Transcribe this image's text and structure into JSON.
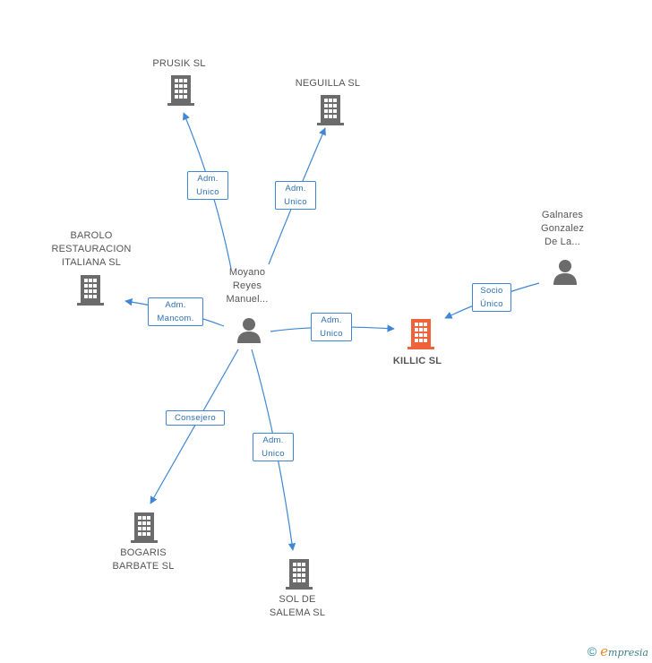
{
  "nodes": {
    "prusik": {
      "label": [
        "PRUSIK SL"
      ],
      "kind": "company"
    },
    "neguilla": {
      "label": [
        "NEGUILLA SL"
      ],
      "kind": "company"
    },
    "barolo": {
      "label": [
        "BAROLO",
        "RESTAURACION",
        "ITALIANA SL"
      ],
      "kind": "company"
    },
    "moyano": {
      "label": [
        "Moyano",
        "Reyes",
        "Manuel..."
      ],
      "kind": "person"
    },
    "galnares": {
      "label": [
        "Galnares",
        "Gonzalez",
        "De La..."
      ],
      "kind": "person"
    },
    "killic": {
      "label": [
        "KILLIC SL"
      ],
      "kind": "company-focus"
    },
    "bogaris": {
      "label": [
        "BOGARIS",
        "BARBATE SL"
      ],
      "kind": "company"
    },
    "sol": {
      "label": [
        "SOL DE",
        "SALEMA SL"
      ],
      "kind": "company"
    }
  },
  "edges": [
    {
      "id": "moyano-prusik",
      "label": [
        "Adm.",
        "Unico"
      ]
    },
    {
      "id": "moyano-neguilla",
      "label": [
        "Adm.",
        "Unico"
      ]
    },
    {
      "id": "moyano-barolo",
      "label": [
        "Adm.",
        "Mancom."
      ]
    },
    {
      "id": "moyano-killic",
      "label": [
        "Adm.",
        "Unico"
      ]
    },
    {
      "id": "galnares-killic",
      "label": [
        "Socio",
        "Único"
      ]
    },
    {
      "id": "moyano-bogaris",
      "label": [
        "Consejero"
      ]
    },
    {
      "id": "moyano-sol",
      "label": [
        "Adm.",
        "Unico"
      ]
    }
  ],
  "colors": {
    "edge": "#3f87d4",
    "node_icon": "#6b6b6b",
    "focus_icon": "#f0633a"
  },
  "footer": {
    "copyright": "©",
    "brand_initial": "e",
    "brand_rest": "mpresia"
  }
}
